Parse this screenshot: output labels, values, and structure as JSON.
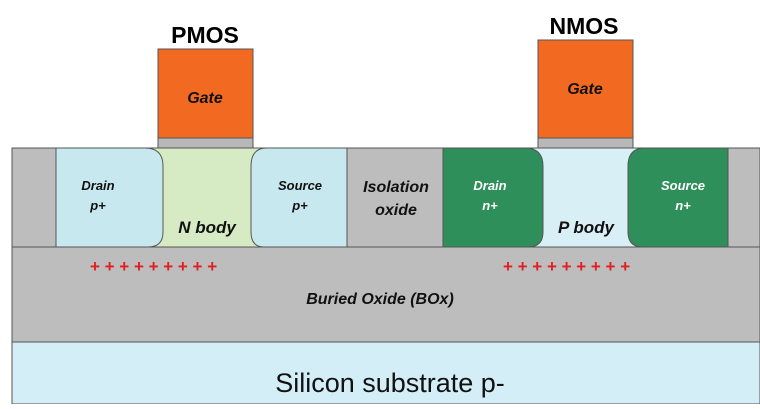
{
  "pmos": {
    "title": "PMOS",
    "gate": "Gate",
    "drain": {
      "line1": "Drain",
      "line2": "p+"
    },
    "body": "N body",
    "source": {
      "line1": "Source",
      "line2": "p+"
    }
  },
  "isolation": {
    "line1": "Isolation",
    "line2": "oxide"
  },
  "nmos": {
    "title": "NMOS",
    "gate": "Gate",
    "drain": {
      "line1": "Drain",
      "line2": "n+"
    },
    "body": "P body",
    "source": {
      "line1": "Source",
      "line2": "n+"
    }
  },
  "charges": {
    "left": "+ + + + + + + + +",
    "right": "+ + + + + + + + +"
  },
  "box_label": "Buried Oxide (BOx)",
  "substrate_label": "Silicon substrate p-",
  "colors": {
    "gate": "#f26a22",
    "gate_oxide": "#b8b8b8",
    "p_plus": "#c6e8ee",
    "n_body": "#d6ebc4",
    "n_plus": "#2e8f5a",
    "p_body": "#d9eff6",
    "isolation_oxide": "#bdbdbd",
    "buried_oxide": "#bdbdbd",
    "substrate": "#d4eef7",
    "charge": "#e02020"
  }
}
